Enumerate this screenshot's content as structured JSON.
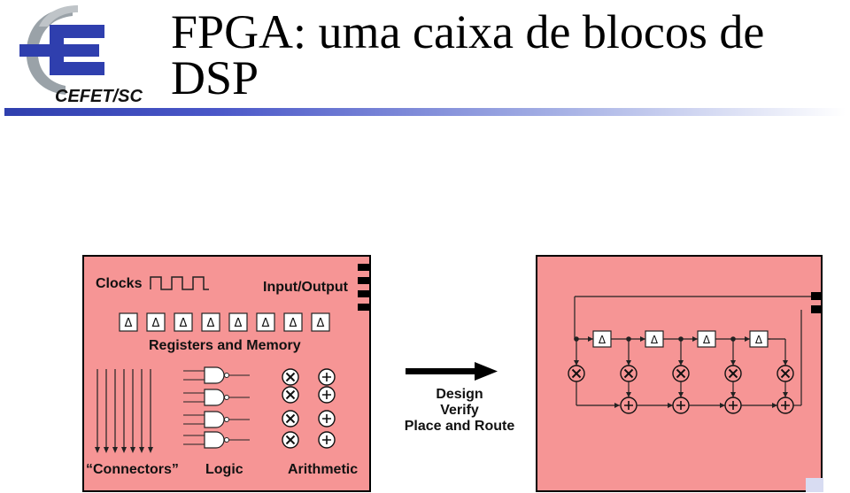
{
  "logo": {
    "text": "CEFET/SC"
  },
  "title": "FPGA: uma caixa de blocos de DSP",
  "left_box": {
    "clocks": "Clocks",
    "io": "Input/Output",
    "registers": "Registers and Memory",
    "connectors": "“Connectors”",
    "logic": "Logic",
    "arithmetic": "Arithmetic",
    "register_symbol": "Δ"
  },
  "arrow": {
    "line1": "Design",
    "line2": "Verify",
    "line3": "Place and Route"
  },
  "right_box": {
    "register_symbol": "Δ"
  },
  "colors": {
    "box_fill": "#f69595",
    "border": "#000000",
    "accent": "#2f3fae"
  }
}
